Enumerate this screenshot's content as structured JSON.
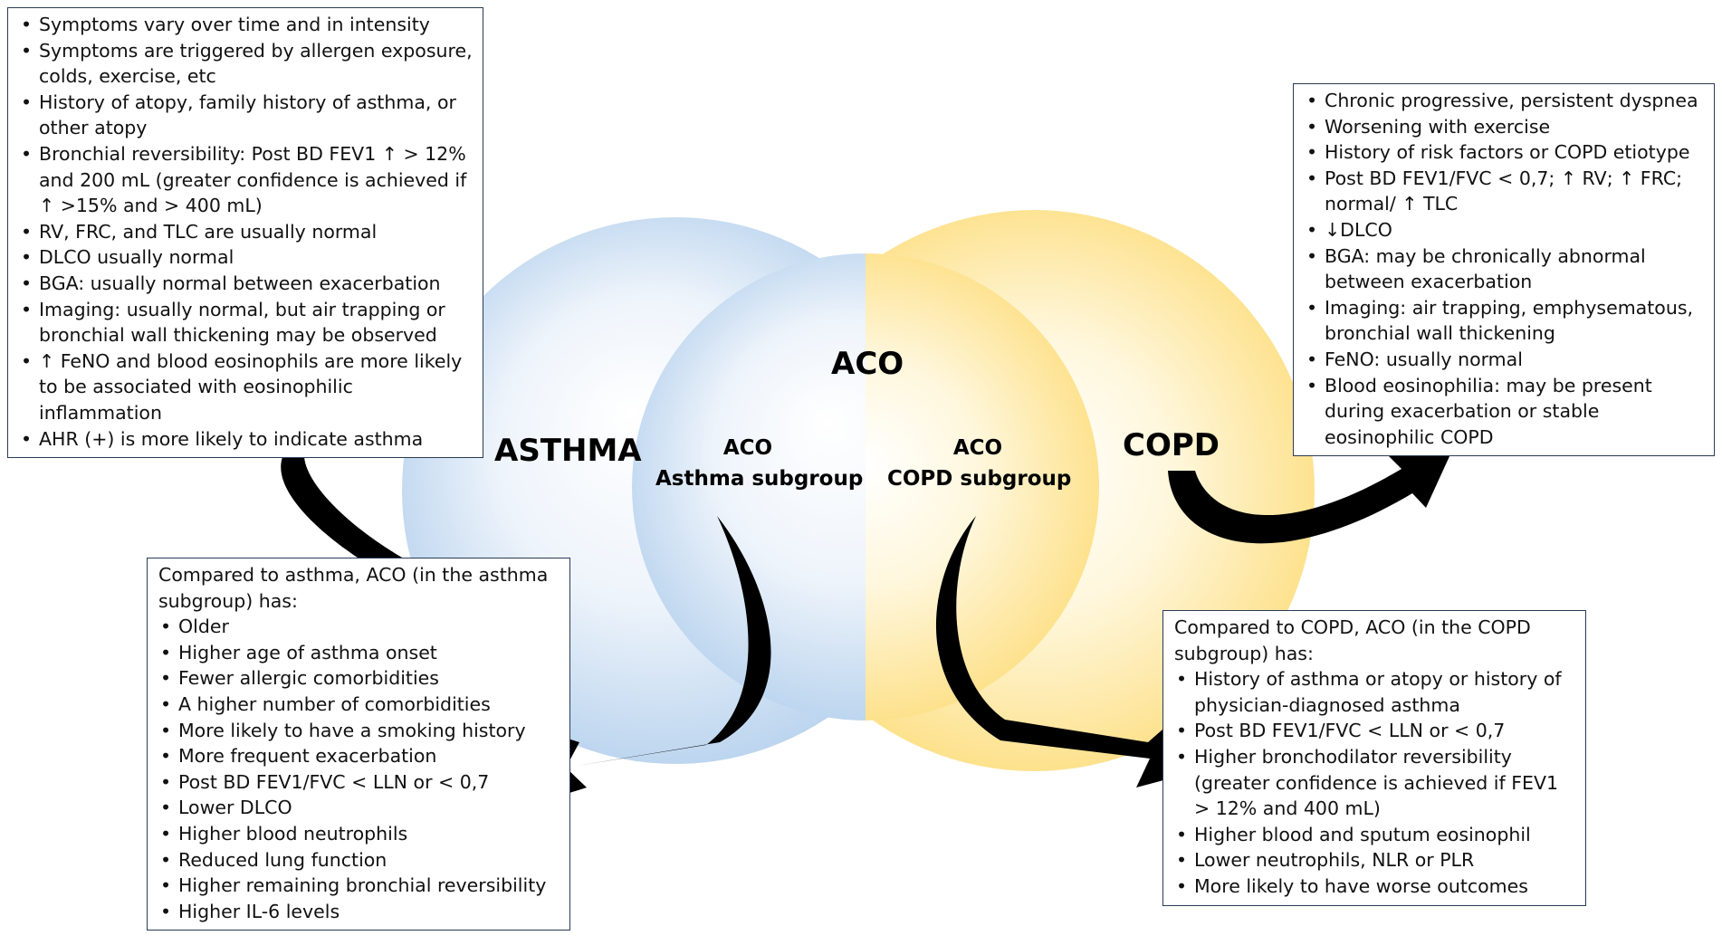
{
  "labels": {
    "asthma": "ASTHMA",
    "aco": "ACO",
    "copd": "COPD",
    "aco_asthma_sub_line1": "ACO",
    "aco_asthma_sub_line2": "Asthma subgroup",
    "aco_copd_sub_line1": "ACO",
    "aco_copd_sub_line2": "COPD subgroup"
  },
  "asthma_features": [
    "Symptoms vary over time and in intensity",
    "Symptoms are triggered by allergen exposure, colds, exercise, etc",
    "History of atopy, family history of asthma, or other atopy",
    "Bronchial reversibility: Post BD FEV1 ↑ > 12% and 200 mL (greater confidence is achieved if ↑ >15% and > 400 mL)",
    "RV, FRC, and TLC are usually normal",
    "DLCO usually normal",
    "BGA: usually normal between exacerbation",
    "Imaging: usually normal, but air trapping or bronchial wall thickening may be observed",
    "↑ FeNO and blood eosinophils are more likely to be associated with eosinophilic inflammation",
    "AHR (+) is more likely to indicate asthma"
  ],
  "copd_features": [
    "Chronic progressive, persistent dyspnea",
    "Worsening with exercise",
    "History of risk factors or COPD etiotype",
    "Post BD FEV1/FVC < 0,7; ↑ RV; ↑ FRC; normal/ ↑ TLC",
    "↓DLCO",
    "BGA: may be chronically abnormal between exacerbation",
    "Imaging: air trapping, emphysematous, bronchial wall thickening",
    "FeNO: usually normal",
    "Blood eosinophilia: may be present during exacerbation or stable eosinophilic COPD"
  ],
  "aco_asthma_comparison": {
    "intro": "Compared to asthma, ACO (in the asthma subgroup) has:",
    "items": [
      "Older",
      "Higher age of asthma onset",
      "Fewer allergic comorbidities",
      "A higher number of comorbidities",
      "More likely to have a smoking history",
      "More frequent exacerbation",
      "Post BD FEV1/FVC < LLN or < 0,7",
      "Lower DLCO",
      "Higher blood neutrophils",
      "Reduced lung function",
      "Higher remaining bronchial reversibility",
      "Higher IL-6 levels"
    ]
  },
  "aco_copd_comparison": {
    "intro": "Compared to COPD, ACO (in the COPD subgroup) has:",
    "items": [
      "History of asthma or atopy or history of physician-diagnosed asthma",
      "Post BD FEV1/FVC < LLN or < 0,7",
      "Higher bronchodilator reversibility (greater confidence is achieved if FEV1 > 12% and 400 mL)",
      "Higher blood and sputum eosinophil",
      "Lower neutrophils, NLR or PLR",
      "More likely to have worse outcomes"
    ]
  },
  "colors": {
    "asthma_blue": "#a9c9ea",
    "copd_yellow": "#fcd86b",
    "arrow": "#000000",
    "box_border": "#2a3a57"
  }
}
